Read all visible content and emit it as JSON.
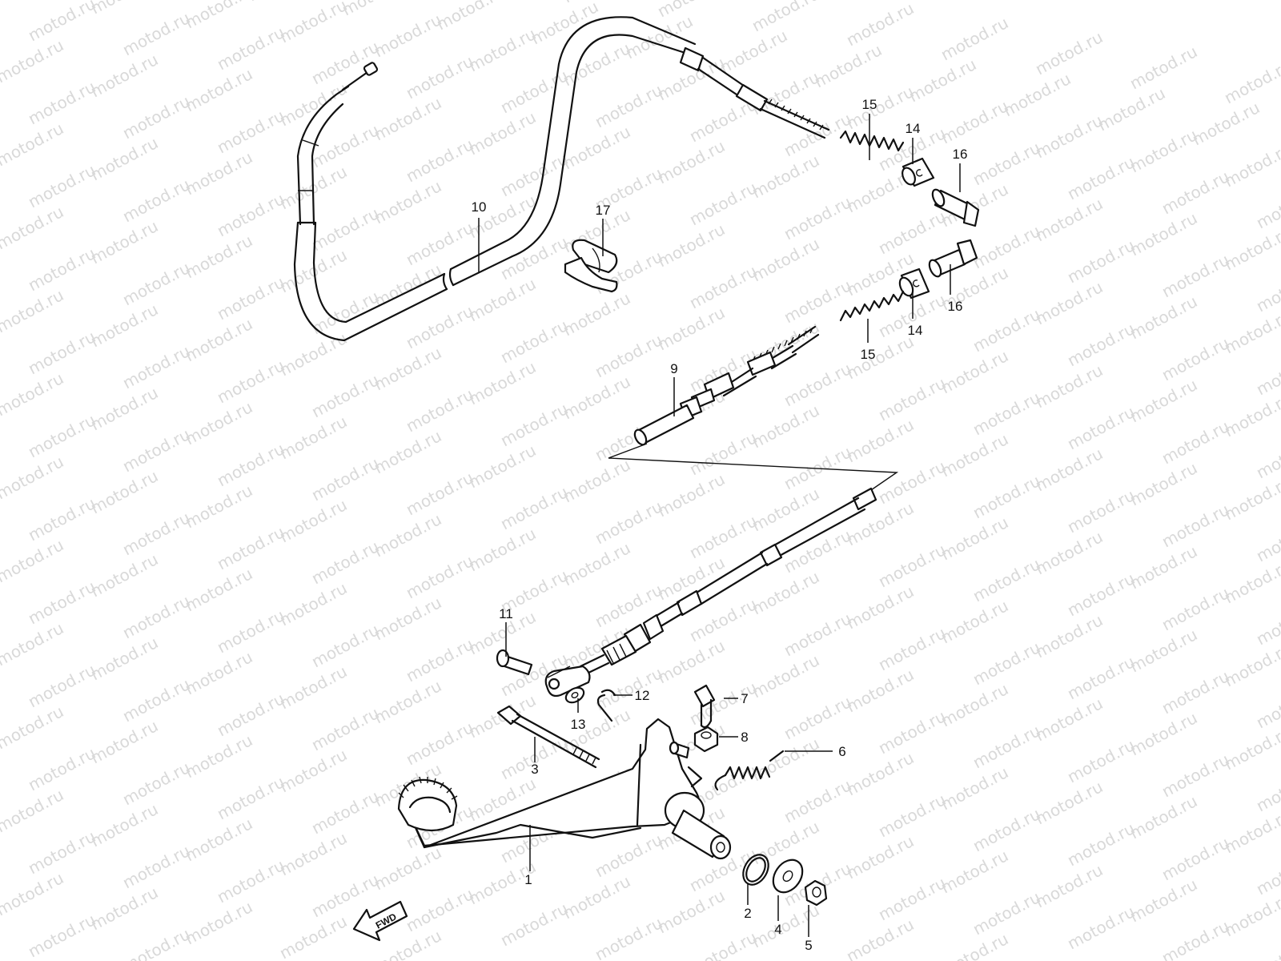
{
  "watermark": "motod.ru",
  "fwd_label": "FWD",
  "callouts": {
    "c1": "1",
    "c2": "2",
    "c3": "3",
    "c4": "4",
    "c5": "5",
    "c6": "6",
    "c7": "7",
    "c8": "8",
    "c9": "9",
    "c10": "10",
    "c11": "11",
    "c12": "12",
    "c13": "13",
    "c14a": "14",
    "c14b": "14",
    "c15a": "15",
    "c15b": "15",
    "c16a": "16",
    "c16b": "16",
    "c17": "17"
  },
  "colors": {
    "line": "#111111",
    "watermark": "#d9d9d9",
    "background": "#ffffff"
  }
}
